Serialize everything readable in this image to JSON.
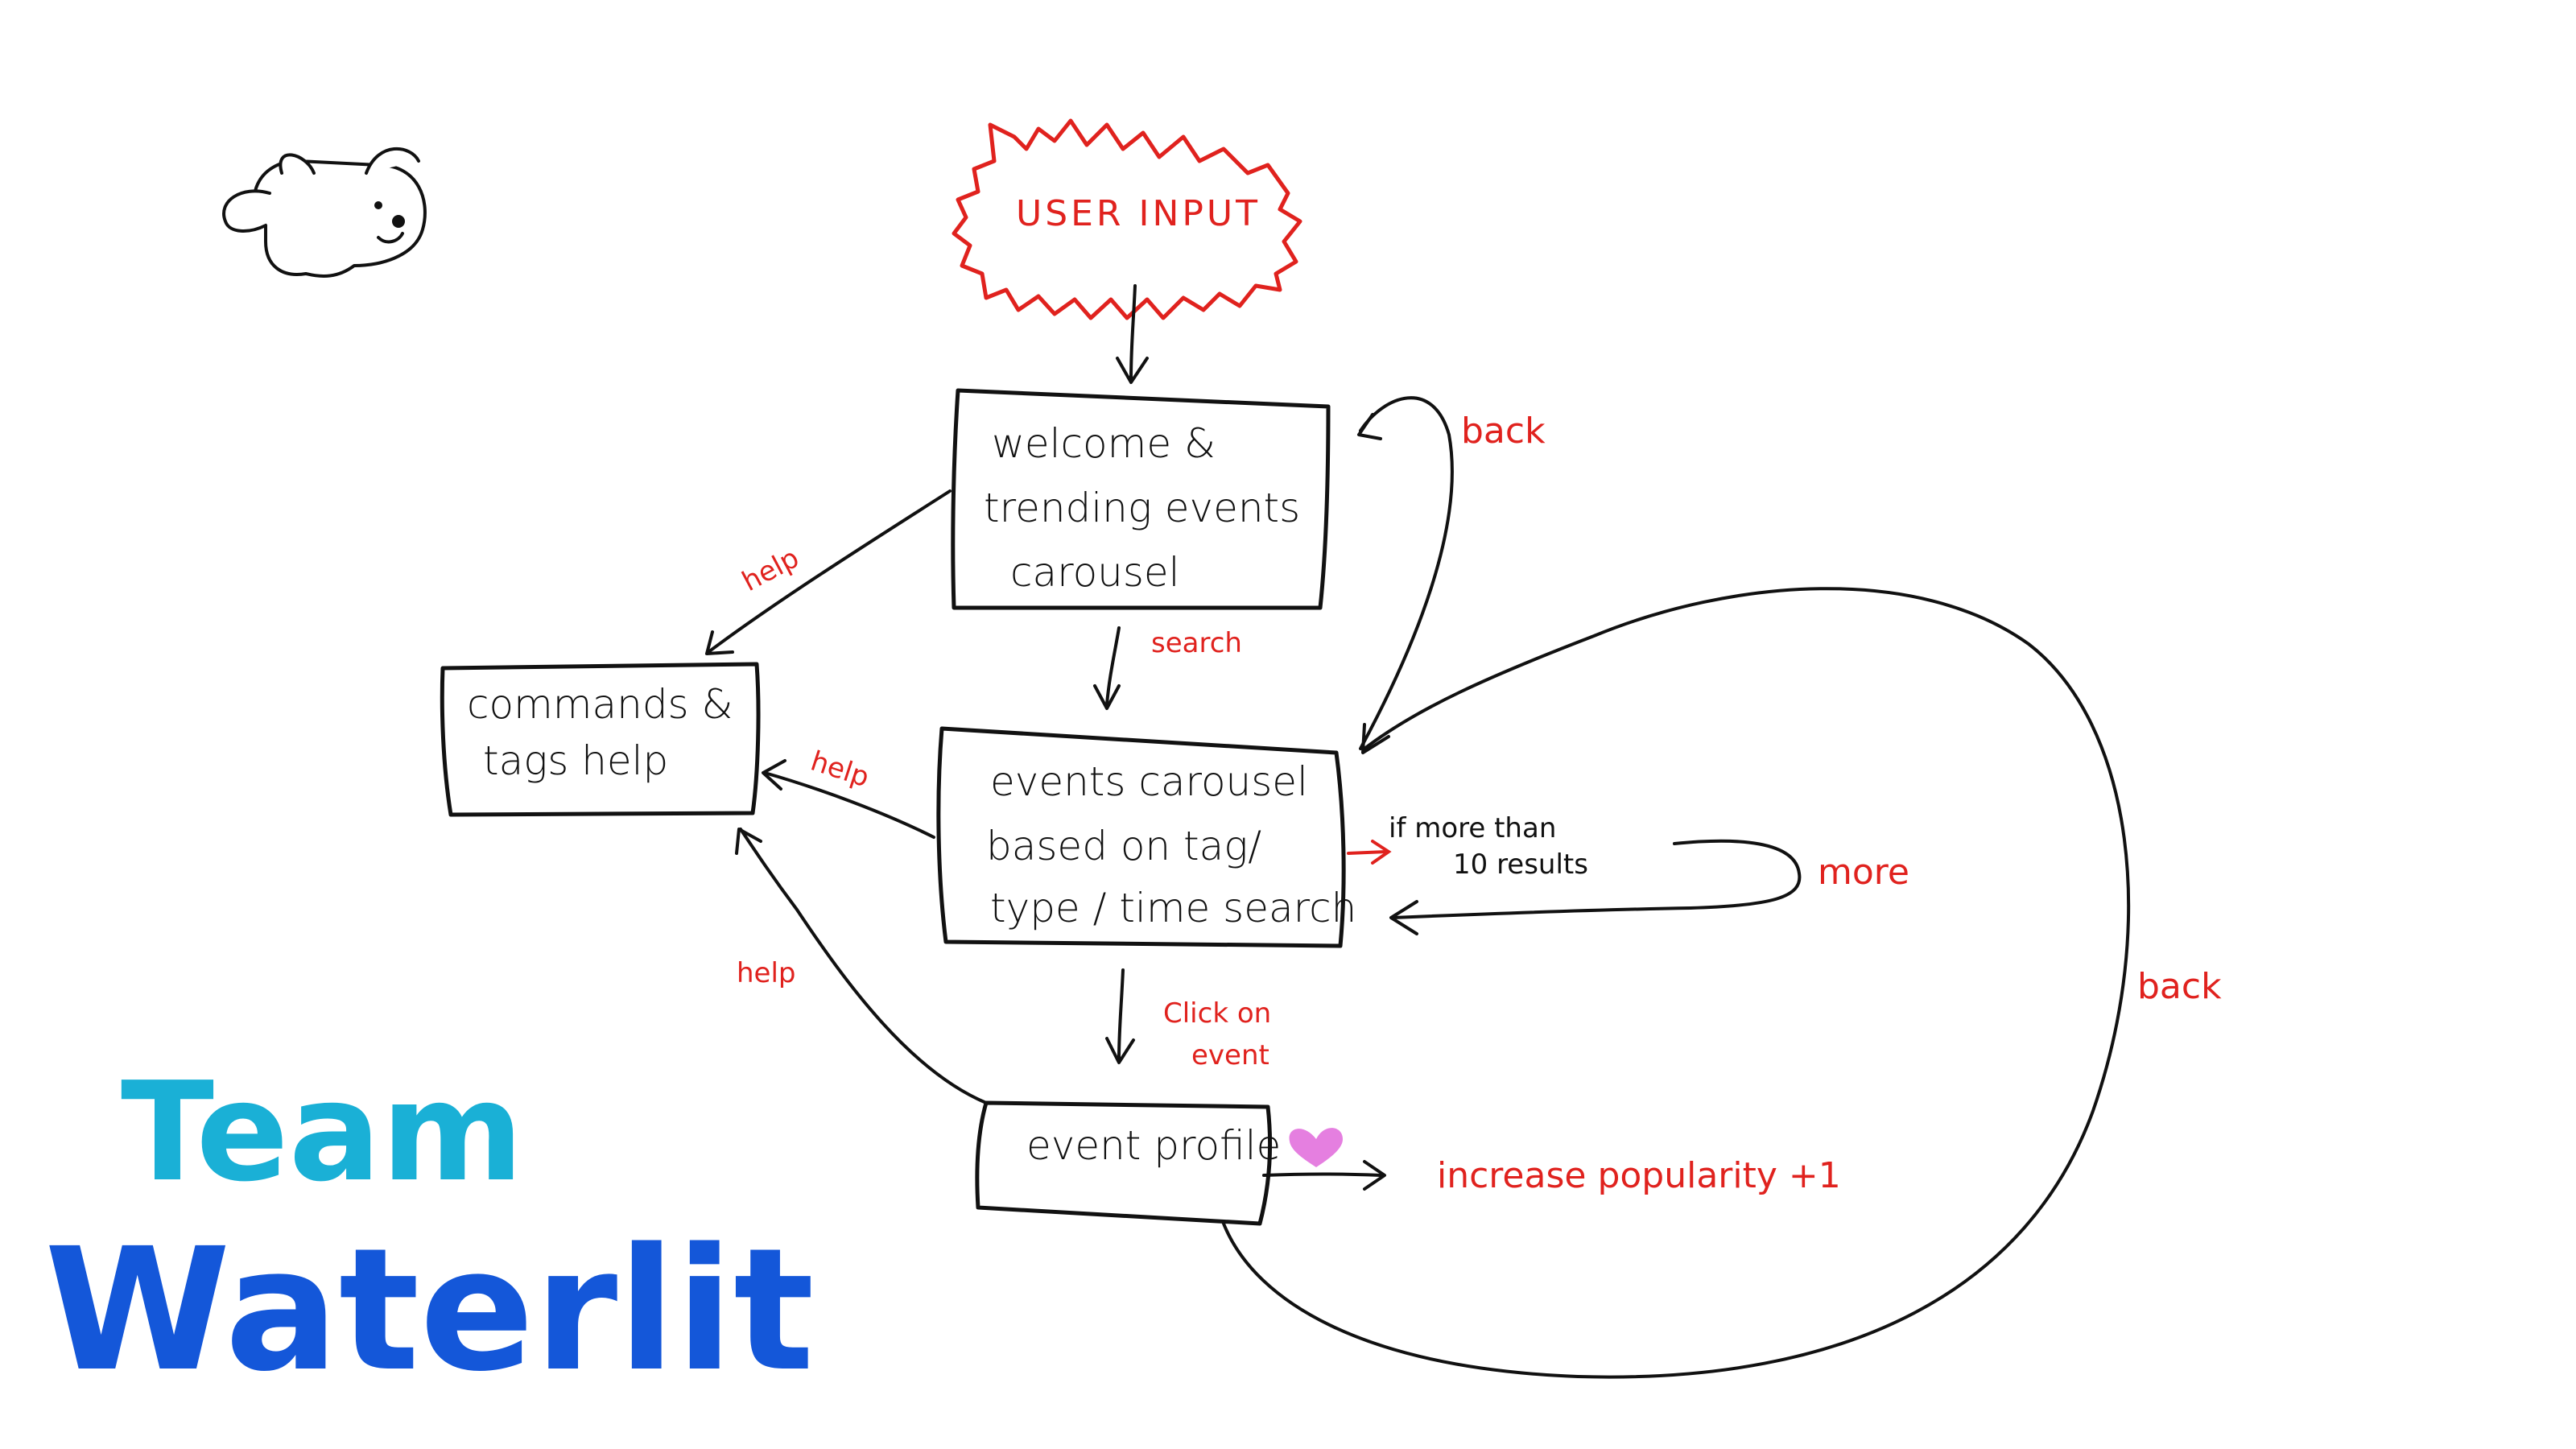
{
  "start": {
    "label": "USER INPUT"
  },
  "nodes": {
    "welcome": [
      "welcome &",
      "trending events",
      "carousel"
    ],
    "help": [
      "commands &",
      "tags help"
    ],
    "events": [
      "events carousel",
      "based on tag/",
      "type / time search"
    ],
    "profile": [
      "event profile"
    ]
  },
  "edges": {
    "search": "search",
    "back_top": "back",
    "help_welcome": "help",
    "help_events": "help",
    "help_profile": "help",
    "condition": [
      "if more than",
      "10 results"
    ],
    "more": "more",
    "click": [
      "Click on",
      "event"
    ],
    "back_profile": "back",
    "increase": "increase popularity +1"
  },
  "team": {
    "line1": "Team",
    "line2": "Waterlit"
  },
  "colors": {
    "annotation": "#e0221e",
    "ink": "#111111",
    "team_light": "#1ab0d6",
    "team_dark": "#1457d9",
    "heart": "#e57fe0"
  },
  "icons": [
    "flying-dog-icon",
    "heart-icon"
  ]
}
